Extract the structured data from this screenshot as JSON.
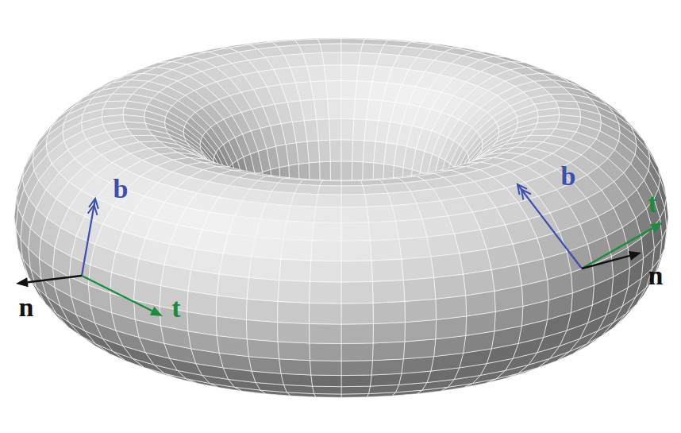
{
  "diagram": {
    "labels": [
      "b",
      "n",
      "t",
      "b",
      "t",
      "n"
    ]
  }
}
